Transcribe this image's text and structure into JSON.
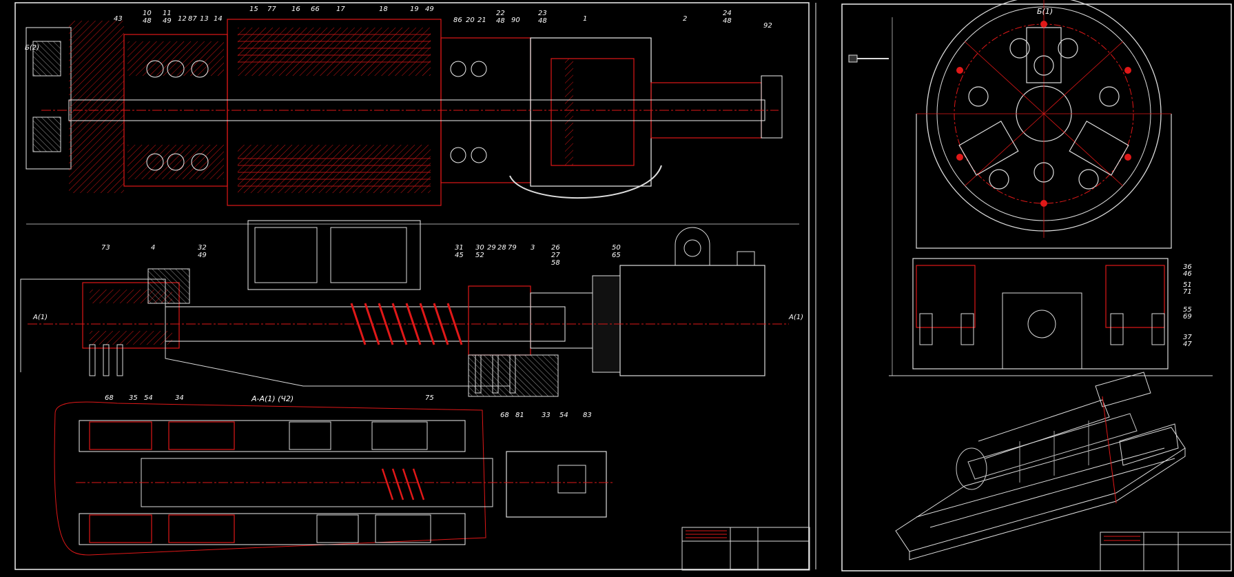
{
  "sheet_left": {
    "callouts_top": [
      "43",
      "10",
      "11",
      "12",
      "87",
      "13",
      "14",
      "15",
      "77",
      "16",
      "66",
      "17",
      "18",
      "19",
      "49",
      "86",
      "20",
      "21",
      "22",
      "90",
      "23",
      "1",
      "2",
      "24",
      "92"
    ],
    "callouts_top_sub": [
      "48",
      "49",
      "48",
      "48",
      "48"
    ],
    "callouts_side": [
      "Б(2)"
    ],
    "callouts_mid": [
      "73",
      "4",
      "32",
      "49",
      "31",
      "30",
      "29",
      "28",
      "79",
      "3",
      "26",
      "50",
      "45",
      "52",
      "27",
      "58",
      "65"
    ],
    "callouts_bottom": [
      "68",
      "35",
      "54",
      "34",
      "75",
      "68",
      "81",
      "33",
      "54",
      "83"
    ],
    "section_label": "А-А(1) (Ч2)",
    "arrow_label": "А(1)"
  },
  "sheet_right": {
    "view_label": "Б(1)",
    "callouts_side": [
      "36",
      "46",
      "51",
      "71",
      "55",
      "69",
      "37",
      "47"
    ]
  },
  "colors": {
    "background": "#000000",
    "frame": "#ffffff",
    "lines": "#e01818",
    "text": "#ffffff"
  }
}
